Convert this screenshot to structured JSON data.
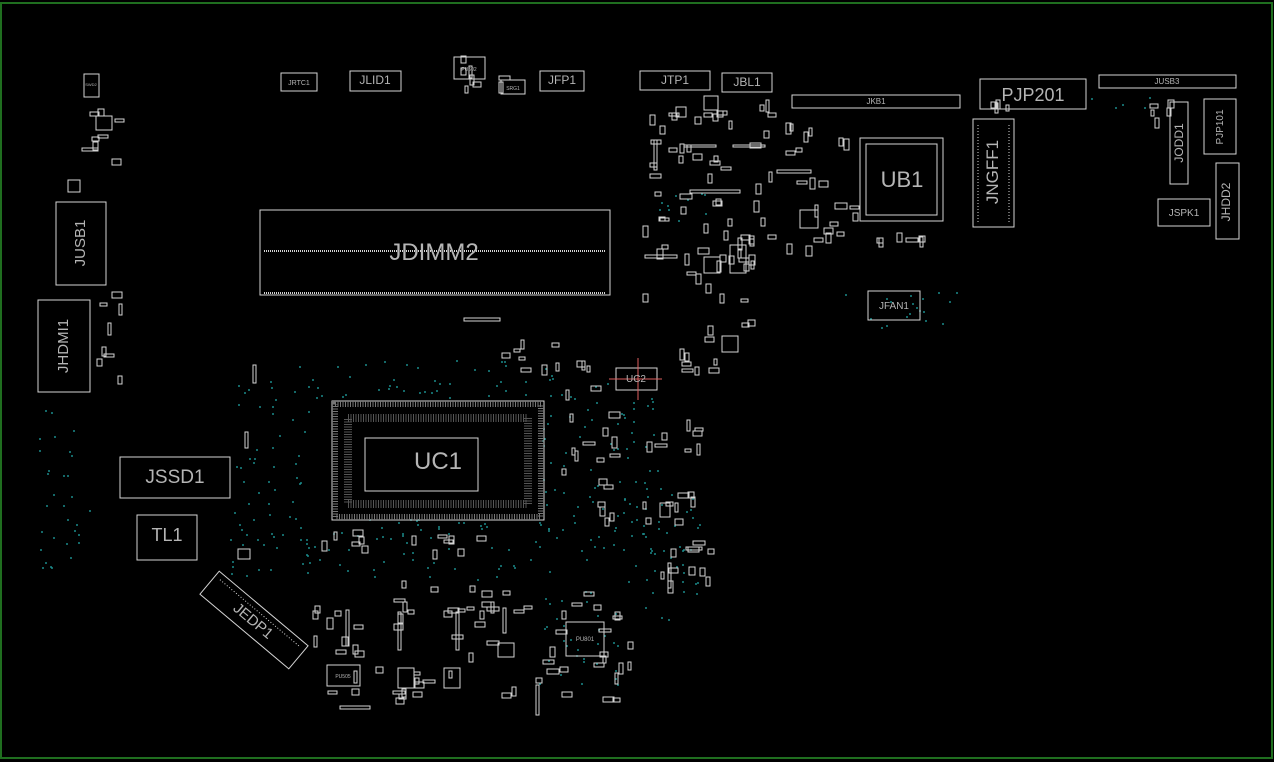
{
  "colors": {
    "background": "#000000",
    "board_edge": "#1f6e1f",
    "outline": "#d4d4d4",
    "label": "#b5b5b5",
    "via": "#1a8a8a"
  },
  "components": {
    "jrtc1": "JRTC1",
    "jlid1": "JLID1",
    "pu602": "PU602",
    "srg1": "SRG1",
    "jfp1": "JFP1",
    "jtp1": "JTP1",
    "jbl1": "JBL1",
    "jkb1": "JKB1",
    "pjp201": "PJP201",
    "jusb3": "JUSB3",
    "swd2": "SWD2",
    "jusb1": "JUSB1",
    "jdimm2": "JDIMM2",
    "ub1": "UB1",
    "jngff1": "JNGFF1",
    "jodd1": "JODD1",
    "pjp101": "PJP101",
    "jhdd2": "JHDD2",
    "jspk1": "JSPK1",
    "jfan1": "JFAN1",
    "jhdmi1": "JHDMI1",
    "uc2": "UC2",
    "uc1": "UC1",
    "jssd1": "JSSD1",
    "tl1": "TL1",
    "jedp1": "JEDP1",
    "pu801": "PU801",
    "pu505": "PU505"
  }
}
